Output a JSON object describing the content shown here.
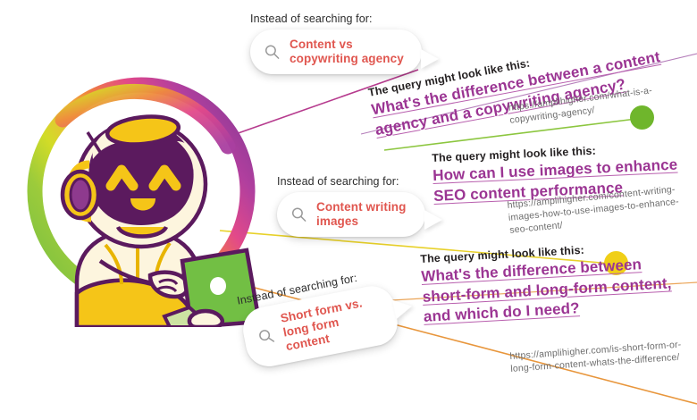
{
  "meta": {
    "alt": "Illustration comparing short search keywords with longer conversational AI queries"
  },
  "colors": {
    "search_text": "#e0564f",
    "eyebrow": "#231f20",
    "headline": "#9b3593",
    "url": "#6d6d6d",
    "dot_green": "#6fb62c",
    "dot_yellow": "#f0cf17",
    "line_magenta": "#b63b8e",
    "line_green": "#8cc63f",
    "line_yellow": "#e8d12a",
    "line_orange": "#e8963c",
    "line_purple": "#7b2d7b"
  },
  "mascot": {
    "name": "amplihigher-robot-mascot",
    "ring_gradient": [
      "#7fc241",
      "#c8d92a",
      "#e9b83a",
      "#ef7f3f",
      "#d94a8c",
      "#b13f9e",
      "#8e3a96"
    ],
    "face_color": "#5b1a5e",
    "accent_color": "#f5c518",
    "laptop_color": "#72bf44",
    "body_color": "#fdf4dc"
  },
  "items": [
    {
      "id": "content-vs-copywriting",
      "instead_label": "Instead of searching for:",
      "search_query": "Content vs copywriting agency",
      "eyebrow": "The query might look like this:",
      "headline": "What's the difference between a content agency and a copywriting agency?",
      "url": "https://amplihigher.com/what-is-a-copywriting-agency/",
      "dot_color": "#6fb62c",
      "line_color": "#8cc63f"
    },
    {
      "id": "content-writing-images",
      "instead_label": "Instead of searching for:",
      "search_query": "Content writing images",
      "eyebrow": "The query might look like this:",
      "headline": "How can I use images to enhance SEO content performance",
      "url": "https://amplihigher.com/content-writing-images-how-to-use-images-to-enhance-seo-content/",
      "dot_color": "#f0cf17",
      "line_color": "#e8d12a"
    },
    {
      "id": "short-form-vs-long-form",
      "instead_label": "Instead of searching for:",
      "search_query": "Short form vs. long form content",
      "eyebrow": "The query might look like this:",
      "headline": "What's the difference between short-form and long-form content, and which do I need?",
      "url": "https://amplihigher.com/is-short-form-or-long-form-content-whats-the-difference/",
      "dot_color": "#e8963c",
      "line_color": "#e8963c"
    }
  ],
  "icons": {
    "search": "search-icon"
  }
}
